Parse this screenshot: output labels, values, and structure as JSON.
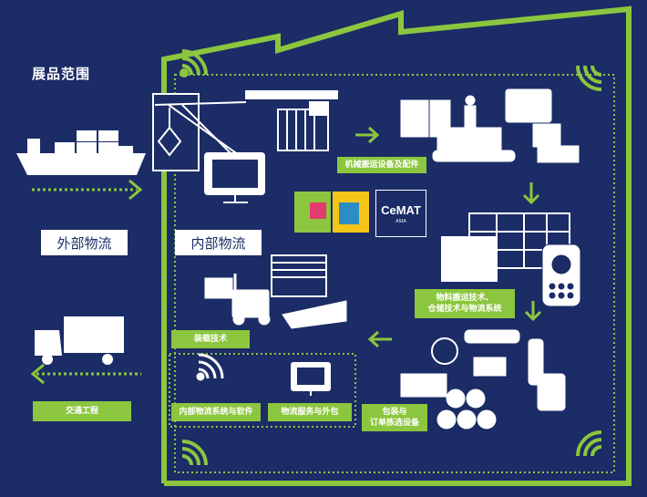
{
  "title": "展品范围",
  "zones": {
    "external": "外部物流",
    "internal": "内部物流"
  },
  "labels": {
    "machinery": "机械搬运设备及配件",
    "material_line1": "物料搬运技术、",
    "material_line2": "仓储技术与物流系统",
    "loading": "装载技术",
    "transport": "交通工程",
    "systems_software": "内部物流系统与软件",
    "services": "物流服务与外包",
    "packaging_line1": "包装与",
    "packaging_line2": "订单拣选设备"
  },
  "logo": {
    "brand": "CeMAT",
    "sub": "ASIA"
  },
  "colors": {
    "background": "#1b2c66",
    "accent_green": "#8cc63f",
    "white": "#ffffff"
  }
}
